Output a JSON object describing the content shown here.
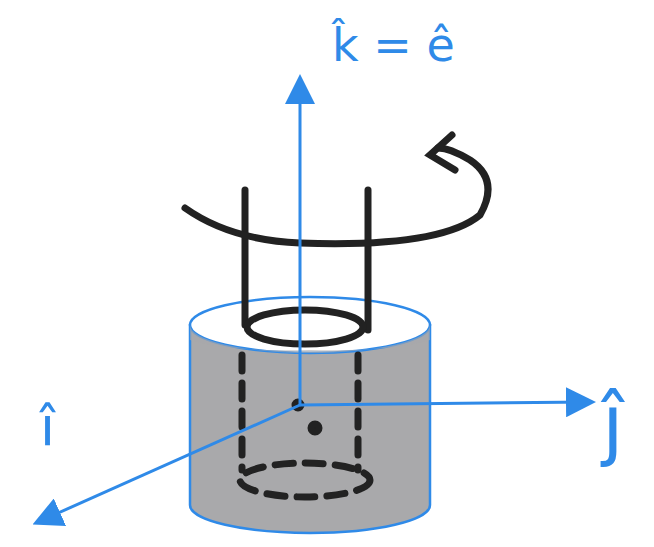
{
  "diagram": {
    "labels": [
      "k̂ = ê",
      "î",
      "ĵ"
    ]
  }
}
